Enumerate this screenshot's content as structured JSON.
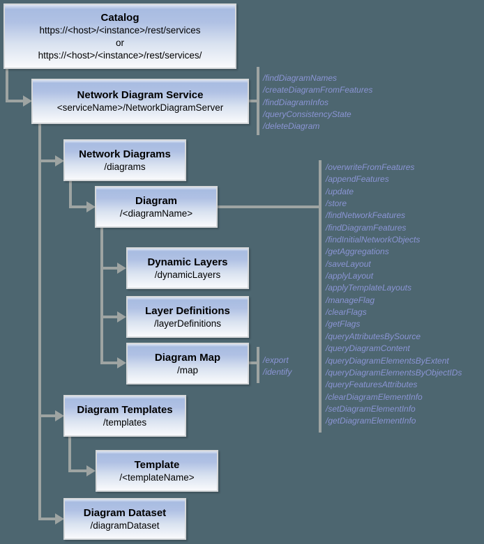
{
  "colors": {
    "background": "#4d6670",
    "connector_gray": "#9ea4a2",
    "box_gradient_top": "#a8bce1",
    "box_gradient_bottom": "#f9fafc",
    "box_border": "#d6d8da",
    "box_text": "#000000",
    "operation_text_blue": "#8b95d5"
  },
  "nodes": {
    "catalog": {
      "title": "Catalog",
      "url_line1": "https://<host>/<instance>/rest/services",
      "url_line2": "or",
      "url_line3": "https://<host>/<instance>/rest/services/"
    },
    "service": {
      "title": "Network Diagram Service",
      "path": "<serviceName>/NetworkDiagramServer"
    },
    "network_diagrams": {
      "title": "Network Diagrams",
      "path": "/diagrams"
    },
    "diagram": {
      "title": "Diagram",
      "path": "/<diagramName>"
    },
    "dynamic_layers": {
      "title": "Dynamic Layers",
      "path": "/dynamicLayers"
    },
    "layer_definitions": {
      "title": "Layer Definitions",
      "path": "/layerDefinitions"
    },
    "diagram_map": {
      "title": "Diagram Map",
      "path": "/map"
    },
    "diagram_templates": {
      "title": "Diagram Templates",
      "path": "/templates"
    },
    "template": {
      "title": "Template",
      "path": "/<templateName>"
    },
    "diagram_dataset": {
      "title": "Diagram Dataset",
      "path": "/diagramDataset"
    }
  },
  "operations": {
    "service": [
      "/findDiagramNames",
      "/createDiagramFromFeatures",
      "/findDiagramInfos",
      "/queryConsistencyState",
      "/deleteDiagram"
    ],
    "diagram": [
      "/overwriteFromFeatures",
      "/appendFeatures",
      "/update",
      "/store",
      "/findNetworkFeatures",
      "/findDiagramFeatures",
      "/findInitialNetworkObjects",
      "/getAggregations",
      "/saveLayout",
      "/applyLayout",
      "/applyTemplateLayouts",
      "/manageFlag",
      "/clearFlags",
      "/getFlags",
      "/queryAttributesBySource",
      "/queryDiagramContent",
      "/queryDiagramElementsByExtent",
      "/queryDiagramElementsByObjectIDs",
      "/queryFeaturesAttributes",
      "/clearDiagramElementInfo",
      "/setDiagramElementInfo",
      "/getDiagramElementInfo"
    ],
    "diagram_map": [
      "/export",
      "/identify"
    ]
  }
}
